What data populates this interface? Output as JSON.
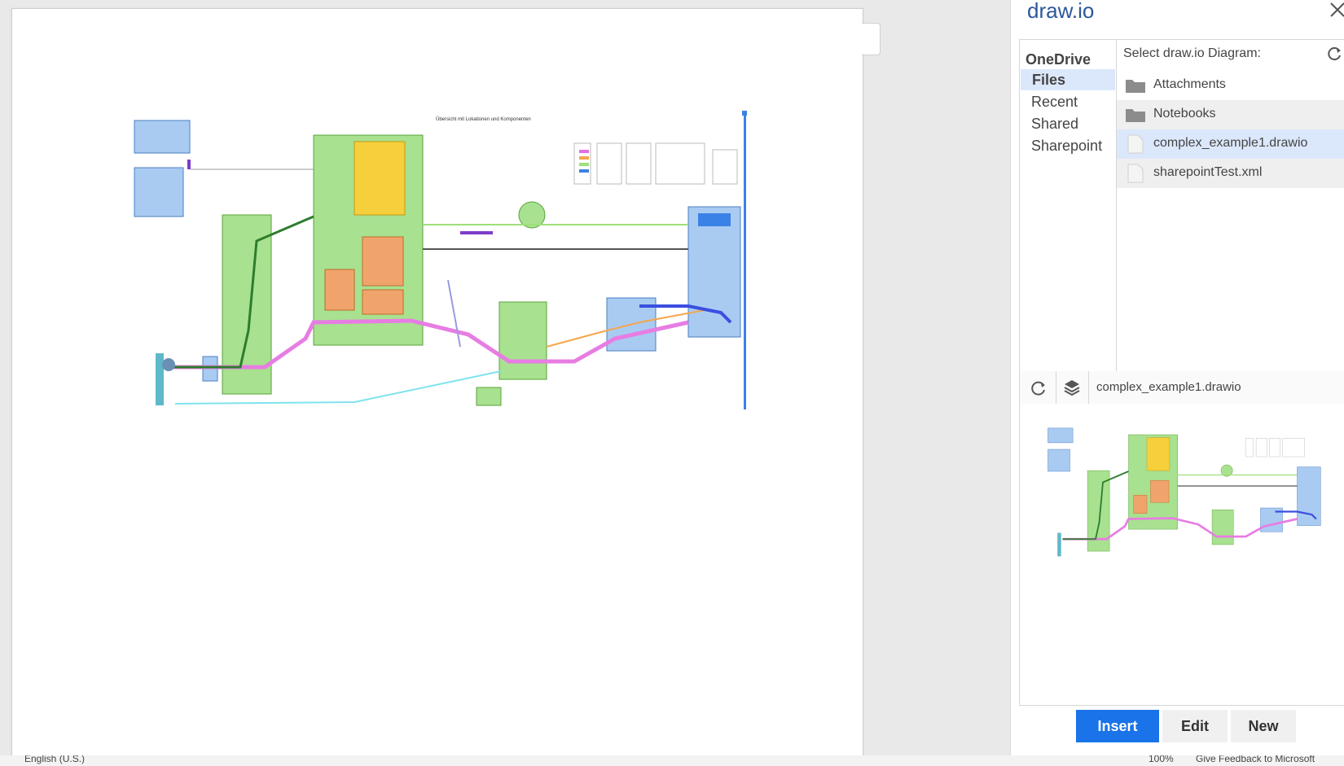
{
  "panel": {
    "title": "draw.io",
    "browser": {
      "source": "OneDrive",
      "nav": [
        "Files",
        "Recent",
        "Shared",
        "Sharepoint"
      ],
      "selected_nav": "Files",
      "header": "Select draw.io Diagram:",
      "items": [
        {
          "name": "Attachments",
          "kind": "folder"
        },
        {
          "name": "Notebooks",
          "kind": "folder"
        },
        {
          "name": "complex_example1.drawio",
          "kind": "file",
          "selected": true
        },
        {
          "name": "sharepointTest.xml",
          "kind": "file"
        }
      ]
    },
    "preview": {
      "filename": "complex_example1.drawio"
    },
    "buttons": {
      "insert": "Insert",
      "edit": "Edit",
      "new": "New"
    },
    "colors": {
      "accent": "#1a73e8",
      "selection": "#dbe8fb",
      "title": "#2b579a"
    }
  },
  "statusbar": {
    "language": "English (U.S.)",
    "zoom": "100%",
    "feedback": "Give Feedback to Microsoft"
  },
  "document": {
    "diagram_title": "Übersicht mit Lokationen und Komponenten"
  },
  "icons": {
    "close": "close-icon",
    "refresh": "refresh-icon",
    "layers": "layers-icon",
    "folder": "folder-icon",
    "file": "file-icon"
  }
}
